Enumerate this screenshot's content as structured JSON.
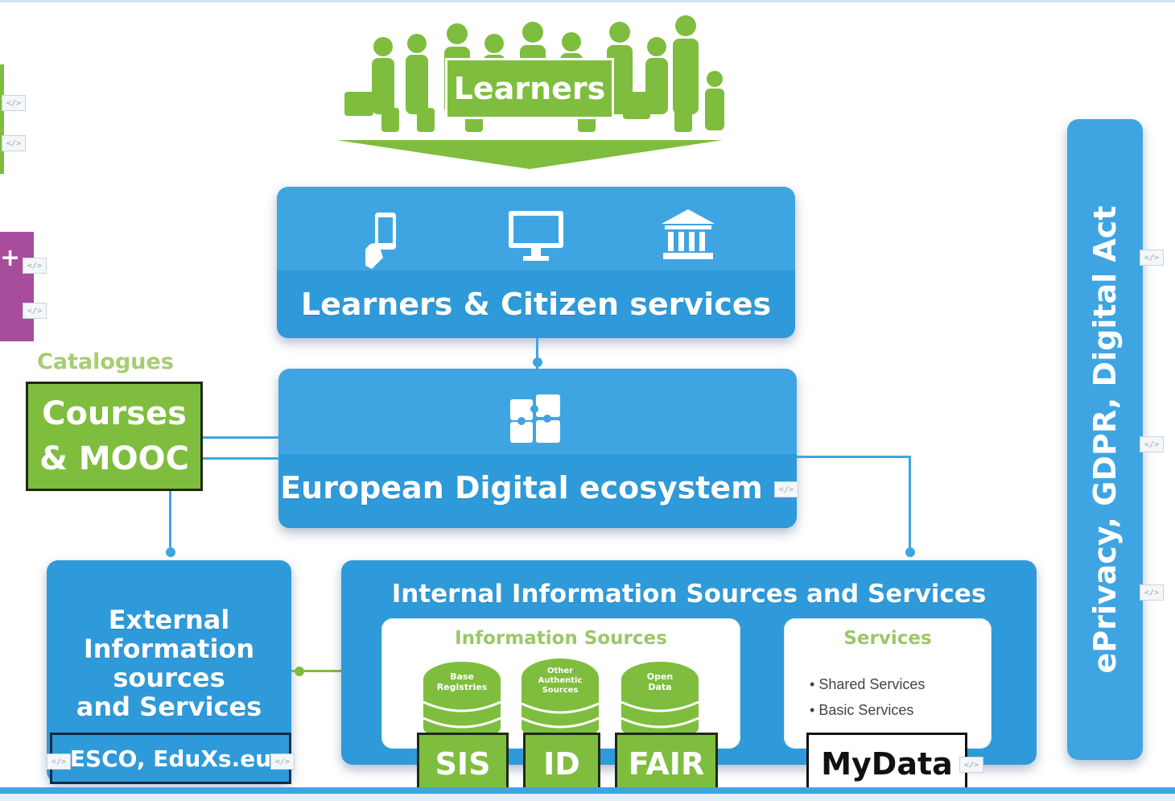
{
  "learners": {
    "label": "Learners"
  },
  "citizen_services": {
    "label": "Learners & Citizen services"
  },
  "ecosystem": {
    "label": "European Digital ecosystem"
  },
  "catalogues": {
    "heading": "Catalogues",
    "courses": "Courses\n& MOOC"
  },
  "external": {
    "title": "External\nInformation\nsources\nand Services",
    "tag": "ESCO, EduXs.eu"
  },
  "internal": {
    "title": "Internal Information Sources and Services",
    "info_sources": {
      "heading": "Information Sources",
      "items": [
        "Base\nRegistries",
        "Other\nAuthentic\nSources",
        "Open\nData"
      ]
    },
    "services": {
      "heading": "Services",
      "items": [
        "Shared Services",
        "Basic Services"
      ]
    }
  },
  "tags": {
    "sis": "SIS",
    "id": "ID",
    "fair": "FAIR",
    "mydata": "MyData"
  },
  "regulation": {
    "label": "ePrivacy, GDPR, Digital Act"
  },
  "left_edge": {
    "plus": "+"
  },
  "placeholder_icon": "</>",
  "colors": {
    "green": "#7fbd3f",
    "blue": "#3fa5e2",
    "purple": "#a84c9c",
    "dark_blue": "#2f9ad9"
  }
}
